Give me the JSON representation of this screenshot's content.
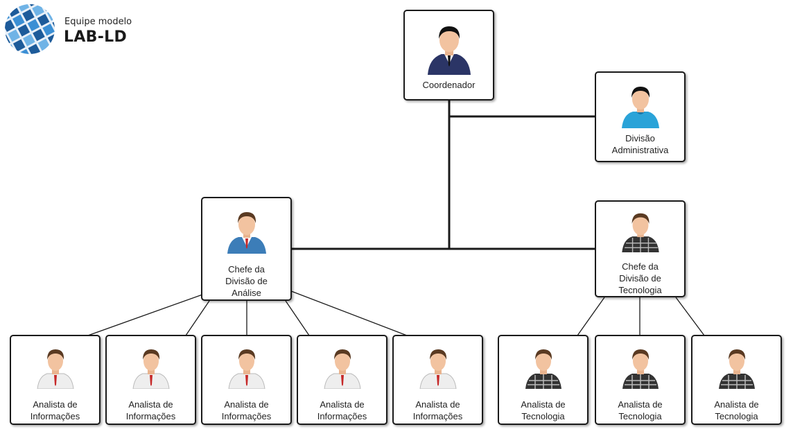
{
  "logo": {
    "subtitle": "Equipe modelo",
    "title": "LAB-LD"
  },
  "nodes": {
    "coordenador": "Coordenador",
    "admin": "Divisão\nAdministrativa",
    "chefe_analise": "Chefe da\nDivisão de\nAnálise",
    "chefe_tecnologia": "Chefe da\nDivisão de\nTecnologia",
    "analistas_info": [
      "Analista de\nInformações",
      "Analista de\nInformações",
      "Analista de\nInformações",
      "Analista de\nInformações",
      "Analista de\nInformações"
    ],
    "analistas_tec": [
      "Analista de\nTecnologia",
      "Analista de\nTecnologia",
      "Analista de\nTecnologia"
    ]
  },
  "colors": {
    "border": "#1a1a1a",
    "suit_dark": "#2b3566",
    "shirt_blue": "#2aa3d8",
    "suit_blue": "#3c7db8",
    "tie_red": "#c62828",
    "plaid": "#333333"
  }
}
